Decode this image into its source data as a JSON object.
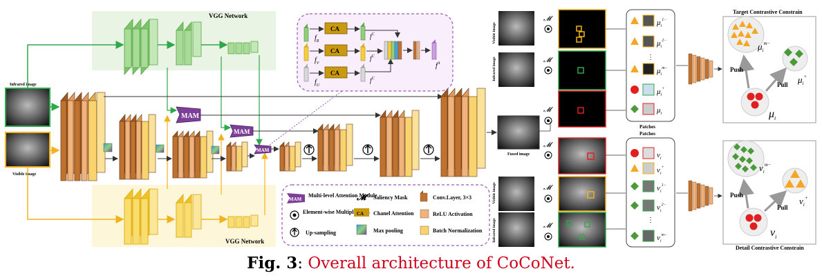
{
  "vgg_top": "VGG Network",
  "vgg_bottom": "VGG Network",
  "infrared_image": "Infrared image",
  "visible_image": "Visible image",
  "fused_image": "Fused image",
  "mam_label": "MAM",
  "ca_label": "CA",
  "attention": {
    "f_r": "f",
    "f_v": "f",
    "f_u": "f",
    "f_a": "f",
    "sub_r": "R",
    "sub_v": "V",
    "sub_u": "U",
    "sup_a": "A",
    "sup_c": "C"
  },
  "legend": {
    "mam": "Multi-level Attention Module",
    "saliency": "Saliency Mask",
    "conv": "Conv.Layer, 3×3",
    "elementwise": "Element-wise Multiplication",
    "channel": "Chanel Attention",
    "relu": "ReLU Activation",
    "upsampling": "Up-sampling",
    "maxpool": "Max pooling",
    "batchnorm": "Batch Normalization",
    "saliency_symbol": "𝓜"
  },
  "side_labels": {
    "visible_image": "Visible image",
    "infrared_image": "Infrared image",
    "visible_image_2": "Visible image",
    "infrared_image_2": "Infrared image"
  },
  "patches": [
    "Patches",
    "Patches"
  ],
  "patch_labels_top": [
    "μ",
    "μ",
    "μ",
    "μ",
    "μ"
  ],
  "patch_labels_bottom": [
    "ν",
    "ν",
    "ν",
    "ν",
    "ν"
  ],
  "dots": "⋮",
  "target_title": "Target Contrastive Constrain",
  "detail_title": "Detail Contrastive Constrain",
  "push": "Push",
  "pull": "Pull",
  "mu_i": "μ",
  "nu_i": "ν",
  "caption": {
    "fig": "Fig. 3",
    "sep": ": ",
    "text": "Overall architecture of CoCoNet."
  },
  "colors": {
    "conv": "#c0722f",
    "relu": "#f0b37e",
    "bn": "#f8d36e",
    "green_block": "#8fcf7d",
    "yellow_block": "#f5cf3a",
    "mam": "#7d3f98",
    "ca": "#c99a10",
    "green_line": "#2da84a",
    "yellow_line": "#f2b21a",
    "purple_dash": "#9b59b6",
    "triangle": "#f5a623",
    "circle": "#e02020",
    "diamond": "#4a9a3a",
    "caption_red": "#d0021b"
  }
}
